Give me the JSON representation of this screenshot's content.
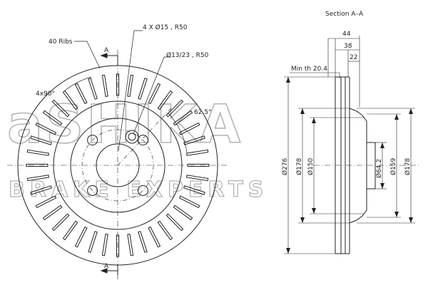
{
  "front_view": {
    "ribs_label": "40 Ribs",
    "bolt_label": "4 X Ø15 , R50",
    "hole_label": "Ø13/23 , R50",
    "spacing_label": "4x90°",
    "angle_label": "62.5°",
    "section_mark_top": "A",
    "section_mark_bottom": "A",
    "rib_count": 40
  },
  "section_view": {
    "title": "Section A–A",
    "min_thickness_label": "Min th 20.4",
    "dims": {
      "width_44": "44",
      "width_38": "38",
      "width_22": "22",
      "dia_276": "Ø276",
      "dia_178_left": "Ø178",
      "dia_150": "Ø150",
      "dia_64": "Ø64.2",
      "dia_159": "Ø159",
      "dia_178_right": "Ø178"
    }
  },
  "watermark": {
    "brand": "aSHIKA",
    "tagline": "BRAKE EXPERTS"
  }
}
